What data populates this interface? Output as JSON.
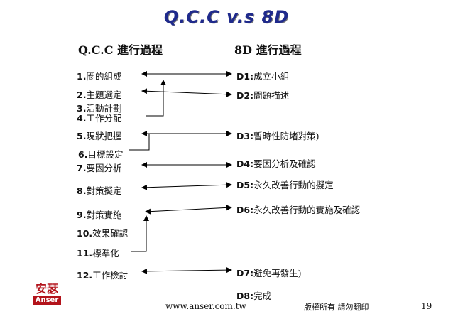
{
  "title": "Q.C.C v.s 8D",
  "left_header": "Q.C.C 進行過程",
  "right_header": "8D 進行過程",
  "left_items": [
    {
      "num": "1.",
      "text": "圈的組成"
    },
    {
      "num": "2.",
      "text": "主題選定"
    },
    {
      "num": "3.",
      "text": "活動計劃"
    },
    {
      "num": "4.",
      "text": "工作分配"
    },
    {
      "num": "5.",
      "text": "現狀把握"
    },
    {
      "num": "6.",
      "text": "目標設定"
    },
    {
      "num": "7.",
      "text": "要因分析"
    },
    {
      "num": "8.",
      "text": "對策擬定"
    },
    {
      "num": "9.",
      "text": "對策實施"
    },
    {
      "num": "10.",
      "text": "效果確認"
    },
    {
      "num": "11.",
      "text": "標準化"
    },
    {
      "num": "12.",
      "text": "工作檢討"
    }
  ],
  "right_items": [
    {
      "num": "D1:",
      "text": "成立小組"
    },
    {
      "num": "D2:",
      "text": "問題描述"
    },
    {
      "num": "D3:",
      "text": "暫時性防堵對策)"
    },
    {
      "num": "D4:",
      "text": "要因分析及確認"
    },
    {
      "num": "D5:",
      "text": "永久改善行動的擬定"
    },
    {
      "num": "D6:",
      "text": "永久改善行動的實施及確認"
    },
    {
      "num": "D7:",
      "text": "避免再發生)"
    },
    {
      "num": "D8:",
      "text": "完成"
    }
  ],
  "footer": {
    "website": "www.anser.com.tw",
    "copyright": "版權所有  請勿翻印",
    "page": "19"
  },
  "logo": {
    "mark": "安瑟",
    "name": "Anser"
  }
}
